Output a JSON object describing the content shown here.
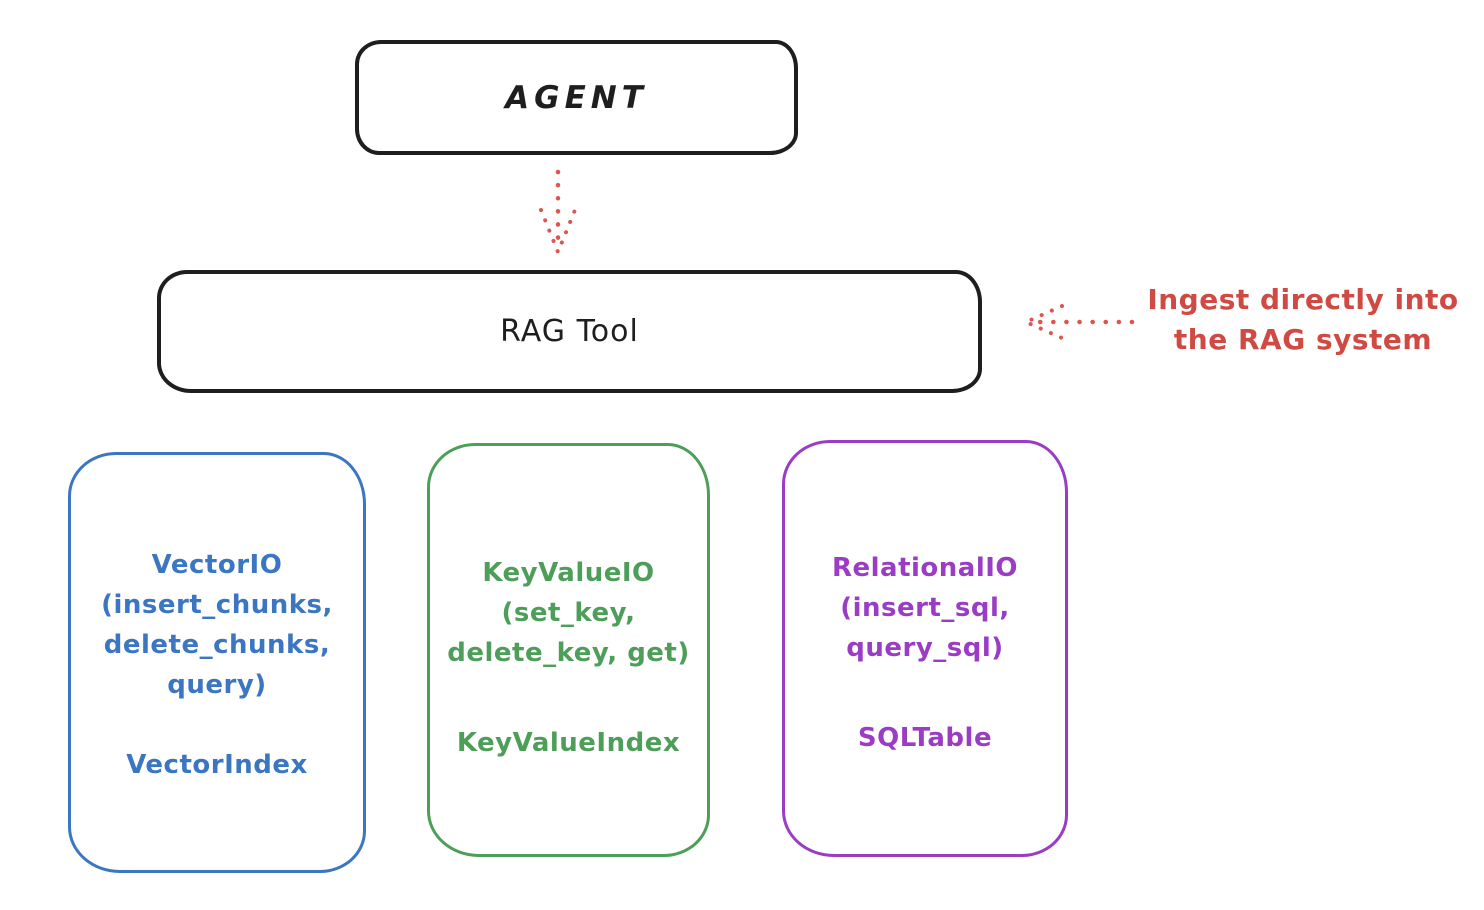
{
  "agent": {
    "label": "AGENT"
  },
  "rag_tool": {
    "label": "RAG Tool"
  },
  "annotation": {
    "lines": [
      "Ingest directly into",
      "the RAG system"
    ]
  },
  "arrows": {
    "agent_to_rag_tool": {
      "style": "dotted",
      "direction": "down"
    },
    "ingest_to_rag_tool": {
      "style": "dotted",
      "direction": "left"
    }
  },
  "storage_boxes": [
    {
      "name": "vector",
      "lines": [
        "VectorIO",
        "(insert_chunks,",
        "delete_chunks,",
        "query)"
      ],
      "index_label": "VectorIndex"
    },
    {
      "name": "keyvalue",
      "lines": [
        "KeyValueIO",
        "(set_key,",
        "delete_key, get)"
      ],
      "index_label": "KeyValueIndex"
    },
    {
      "name": "relational",
      "lines": [
        "RelationalIO",
        "(insert_sql,",
        "query_sql)"
      ],
      "index_label": "SQLTable"
    }
  ],
  "colors": {
    "outline": "#1e1e1e",
    "red": "#d04a43",
    "arrow_red": "#dd5550",
    "blue": "#3b76c2",
    "green": "#4d9e58",
    "purple": "#9a3dc4",
    "background": "#ffffff"
  }
}
